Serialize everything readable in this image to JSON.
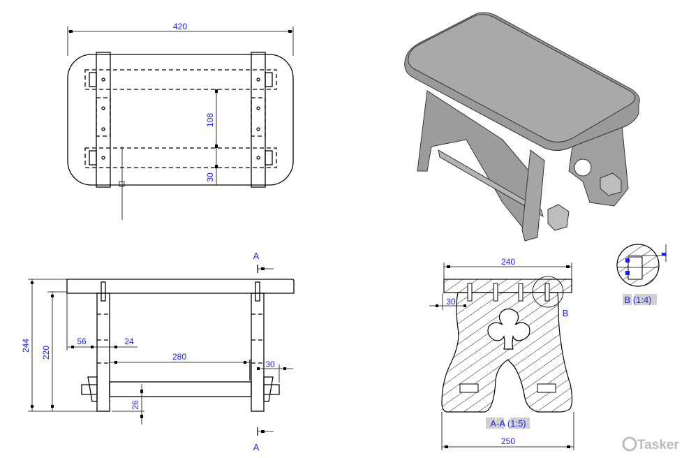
{
  "top_view": {
    "dims": {
      "width": "420",
      "rail_spacing": "108",
      "rail_width": "30"
    }
  },
  "front_view": {
    "dims": {
      "total_height": "244",
      "leg_height": "220",
      "offset_56": "56",
      "leg_24": "24",
      "rail_length": "280",
      "right_30": "30",
      "rail_26": "26"
    },
    "section_marker_top": "A",
    "section_marker_bottom": "A"
  },
  "section_view": {
    "dims": {
      "top_width": "240",
      "bottom_width": "250",
      "offset_30": "30"
    },
    "detail_marker": "B",
    "title": "A-A (1:5)"
  },
  "detail_view": {
    "title": "B (1:4)"
  },
  "watermark": "Tasker",
  "colors": {
    "dimension": "#1a1aff",
    "line": "#000000",
    "model_fill": "#a9a9a9"
  }
}
